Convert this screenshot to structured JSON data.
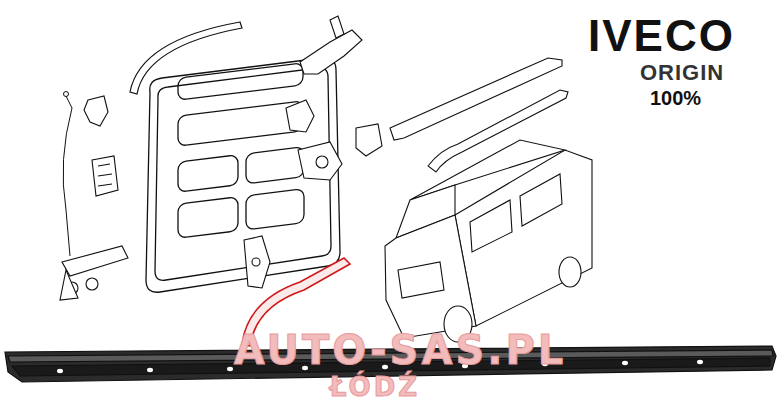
{
  "diagram": {
    "labels": [
      "IVECO",
      "ORIGIN",
      "100%",
      "AUTO-SAS.PL",
      "ŁÓDŹ"
    ]
  }
}
